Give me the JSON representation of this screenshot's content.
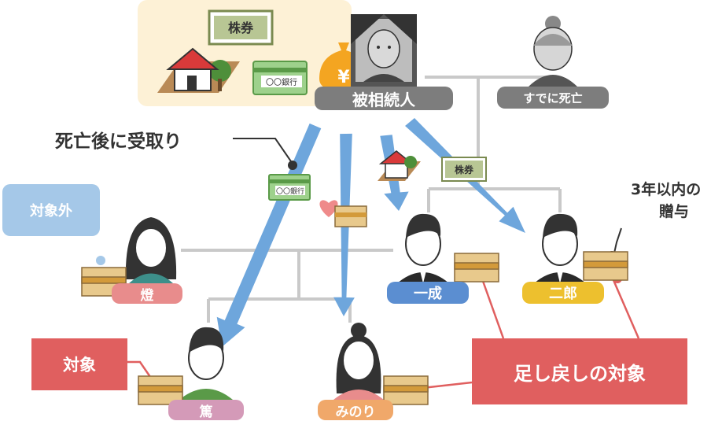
{
  "decedent_label": "被相続人",
  "predeceased_label": "すでに死亡",
  "after_death_note": "死亡後に受取り",
  "gift_within_3_years_line1": "3年以内の",
  "gift_within_3_years_line2": "贈与",
  "excluded_label": "対象外",
  "included_label": "対象",
  "clawback_label": "足し戻しの対象",
  "stock_label": "株券",
  "bankbook_label": "〇〇銀行",
  "yen_symbol": "¥",
  "persons": {
    "akari": "燈",
    "issei": "一成",
    "jiro": "二郎",
    "atsushi": "篤",
    "minori": "みのり"
  },
  "colors": {
    "asset_area": "#fdf1d6",
    "arrow": "#6ea6dc",
    "line": "#c9c9c9",
    "gray_label": "#7d7d7d",
    "pink_label": "#e88c8c",
    "blue_label": "#5b8ed1",
    "yellow_label": "#edc02e",
    "mauve_label": "#d49ab8",
    "orange_label": "#f0a86a",
    "red_box": "#e05f5f",
    "light_blue_box": "#a5c8e8"
  }
}
